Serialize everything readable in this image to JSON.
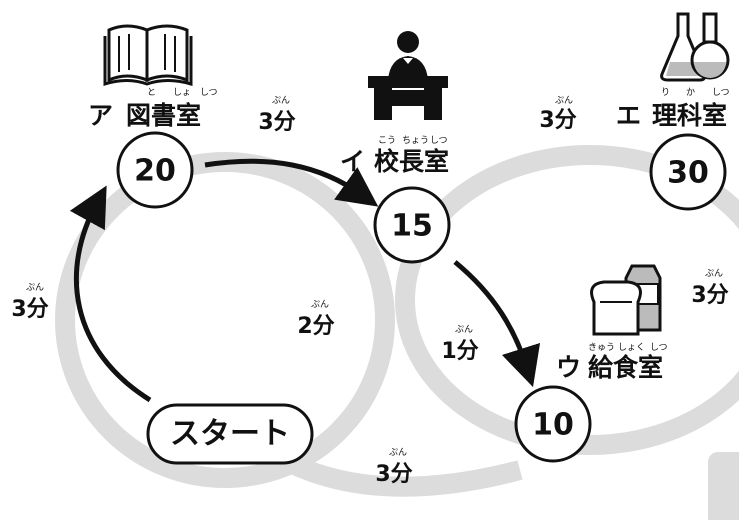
{
  "start": {
    "label": "スタート"
  },
  "places": [
    {
      "id": "library",
      "letter": "ア",
      "name": "図書室",
      "ruby": [
        "と",
        "しょ",
        "しつ"
      ],
      "value": "20",
      "icon": "book-icon"
    },
    {
      "id": "principal",
      "letter": "イ",
      "name": "校長室",
      "ruby": [
        "こう",
        "ちょう",
        "しつ"
      ],
      "value": "15",
      "icon": "principal-desk-icon"
    },
    {
      "id": "kitchen",
      "letter": "ウ",
      "name": "給食室",
      "ruby": [
        "きゅう",
        "しょく",
        "しつ"
      ],
      "value": "10",
      "icon": "bread-milk-icon"
    },
    {
      "id": "science",
      "letter": "エ",
      "name": "理科室",
      "ruby": [
        "り",
        "か",
        "しつ"
      ],
      "value": "30",
      "icon": "flask-icon"
    }
  ],
  "edge_times": [
    {
      "label": "3分",
      "ruby": "ぷん"
    },
    {
      "label": "3分",
      "ruby": "ぷん"
    },
    {
      "label": "2分",
      "ruby": "ぷん"
    },
    {
      "label": "1分",
      "ruby": "ぷん"
    },
    {
      "label": "3分",
      "ruby": "ぷん"
    },
    {
      "label": "3分",
      "ruby": "ぷん"
    },
    {
      "label": "3分",
      "ruby": "ぷん"
    }
  ],
  "colors": {
    "route": "#dcdcdc",
    "ink": "#111111"
  }
}
